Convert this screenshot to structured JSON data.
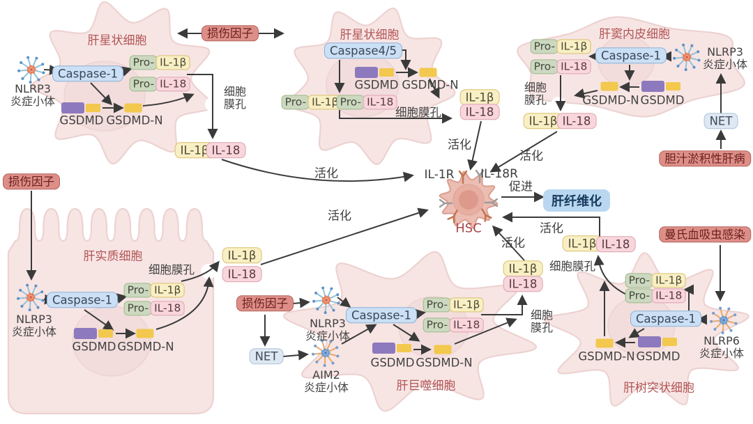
{
  "terms": {
    "damage_factor": "损伤因子",
    "nlrp3": "NLRP3",
    "nlrp6": "NLRP6",
    "aim2": "AIM2",
    "inflammasome": "炎症小体",
    "caspase1": "Caspase-1",
    "caspase45": "Caspase4/5",
    "pro": "Pro-",
    "il1b": "IL-1β",
    "il18": "IL-18",
    "gsdmd": "GSDMD",
    "gsdmd_n": "GSDMD-N",
    "membrane_pore": "细胞膜孔",
    "membrane_pore_line1": "细胞",
    "membrane_pore_line2": "膜孔",
    "activate": "活化",
    "promote": "促进",
    "net": "NET",
    "il1r": "IL-1R",
    "il18r": "IL-18R",
    "hsc": "HSC",
    "fibrosis": "肝纤维化",
    "cholestatic_liver_disease": "胆汁淤积性肝病",
    "schistosoma_infection": "曼氏血吸虫感染"
  },
  "cells": {
    "stellate": "肝星状细胞",
    "sinusoidal_endothelial": "肝窦内皮细胞",
    "parenchymal": "肝实质细胞",
    "macrophage": "肝巨噬细胞",
    "dendritic": "肝树突状细胞"
  },
  "colors": {
    "cell_fill": "#f7e5e4",
    "cell_stroke": "#ecd2d1",
    "caspase_box": "#cce0f5",
    "damage_box": "#de8e88",
    "il1b_box": "#f9efc4",
    "il18_box": "#f8d6dc",
    "pro_segment": "#ccd9c0",
    "gsdmd_purple": "#8d79bd",
    "gsdmd_yellow": "#f2c84e",
    "net_box": "#dde8f3",
    "fibrosis_box": "#b9d7f0",
    "hsc_fill": "#ecbdb2",
    "arrow": "#3a3a3a"
  }
}
